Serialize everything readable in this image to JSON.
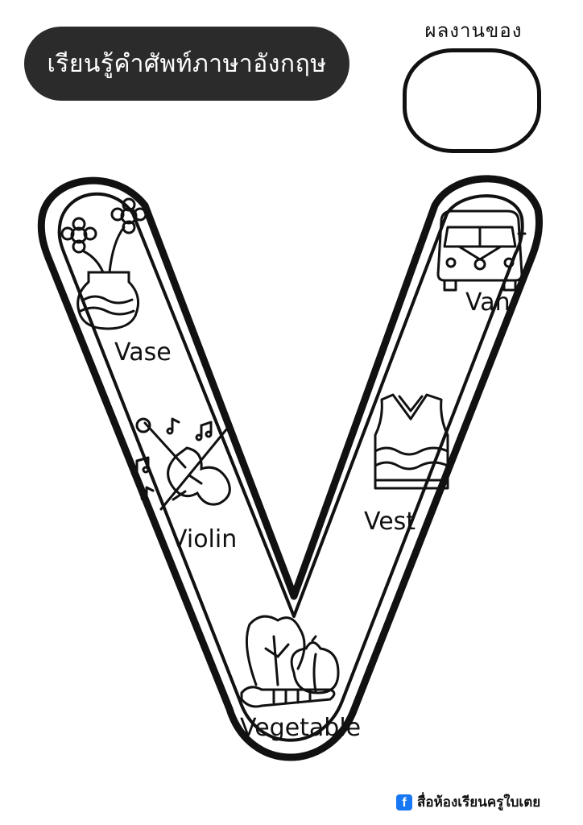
{
  "header": {
    "title": "เรียนรู้คำศัพท์ภาษาอังกฤษ"
  },
  "name_box": {
    "label": "ผลงานของ"
  },
  "words": {
    "vase": "Vase",
    "violin": "Violin",
    "vegetable": "Vegetable",
    "vest": "Vest",
    "van": "Van"
  },
  "credit": {
    "page_name": "สื่อห้องเรียนครูใบเตย",
    "icon": "facebook-icon"
  }
}
